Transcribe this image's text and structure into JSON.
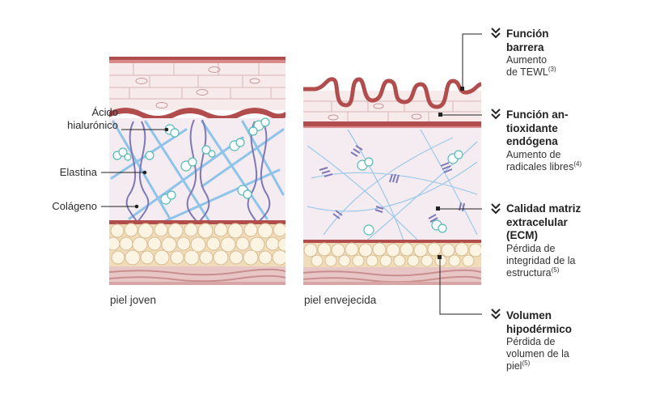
{
  "labels": {
    "hyaluronic": "Ácido\nhialurónico",
    "elastin": "Elastina",
    "collagen": "Colágeno"
  },
  "captions": {
    "young": "piel joven",
    "aged": "piel envejecida"
  },
  "annotations": [
    {
      "title": "Función\nbarrera",
      "desc": "Aumento\nde TEWL",
      "ref": "(3)"
    },
    {
      "title": "Función an-\ntioxidante\nendógena",
      "desc": "Aumento de\nradicales libres",
      "ref": "(4)"
    },
    {
      "title": "Calidad matriz\nextracelular\n(ECM)",
      "desc": "Pérdida de\nintegridad de la\nestructura",
      "ref": "(5)"
    },
    {
      "title": "Volumen\nhipodérmico",
      "desc": "Pérdida de\nvolumen de la\npiel",
      "ref": "(5)"
    }
  ],
  "colors": {
    "epidermis": "#f7eaea",
    "border": "#b14d4d",
    "dermis": "#f4ecf0",
    "collagen_fiber": "#8fc4ea",
    "elastin_fiber": "#7f78b4",
    "hyaluronic": "#53b9b5",
    "fat": "#f8f0dc",
    "fat_border": "#d9be95",
    "base": "#d7a5a5",
    "text": "#2b2b2b"
  },
  "icons": {
    "annotation_marker": "double-chevron-down-icon"
  }
}
